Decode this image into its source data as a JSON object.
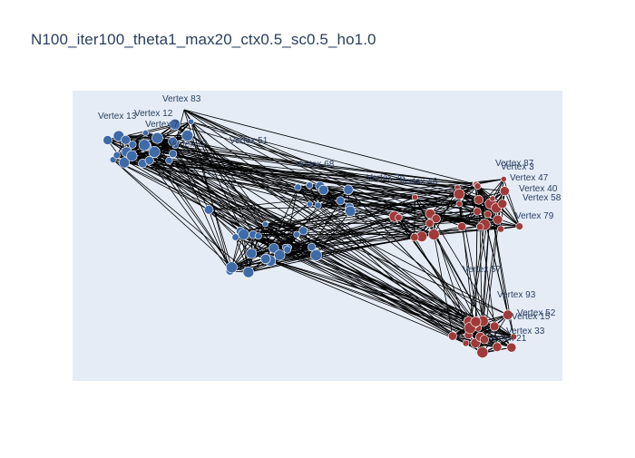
{
  "title": "N100_iter100_theta1_max20_ctx0.5_sc0.5_ho1.0",
  "colors": {
    "plot_bg": "#e5ecf6",
    "edge": "#000000",
    "blue_node": "#3e6aa8",
    "red_node": "#a03a3a",
    "label": "#2a3f5f"
  },
  "labels": [
    "Vertex 83",
    "Vertex 13",
    "Vertex 12",
    "Vertex 7",
    "Vertex 51",
    "Vertex 17",
    "Vertex 68",
    "Vertex 26",
    "Vertex 46",
    "Vertex 3",
    "Vertex 47",
    "Vertex 40",
    "Vertex 58",
    "Vertex 79",
    "Vertex 93",
    "Vertex 52",
    "Vertex 15",
    "Vertex 33",
    "Vertex 21",
    "Vertex 87",
    "Vertex 57"
  ]
}
